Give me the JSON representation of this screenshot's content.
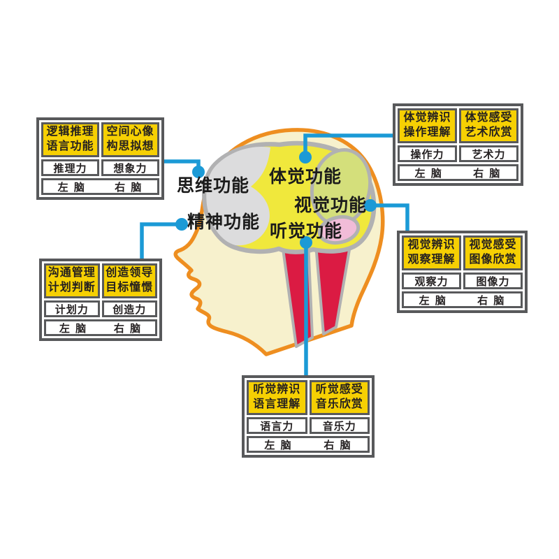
{
  "colors": {
    "connector_blue": "#1b9ad6",
    "head_outline": "#ee8e20",
    "head_fill": "#f7f1cd",
    "brain_outline": "#b1b1b2",
    "frontal_fill": "#dcdcdd",
    "parietal_fill": "#f0e83c",
    "occipital_fill": "#d4df7b",
    "auditory_fill": "#f1bcd8",
    "muscle_red": "#db1b43",
    "table_border": "#58595b",
    "header_yellow": "#f6d003"
  },
  "brain_labels": {
    "thinking": "思维功能",
    "somatic": "体觉功能",
    "visual": "视觉功能",
    "auditory": "听觉功能",
    "mental": "精神功能"
  },
  "tables": [
    {
      "name": "logic-language",
      "headers": [
        "逻辑推理\n语言功能",
        "空间心像\n构思拟想"
      ],
      "abilities": [
        "推理力",
        "想象力"
      ],
      "hemispheres": [
        "左 脑",
        "右 脑"
      ]
    },
    {
      "name": "somatic-sense",
      "headers": [
        "体觉辨识\n操作理解",
        "体觉感受\n艺术欣赏"
      ],
      "abilities": [
        "操作力",
        "艺术力"
      ],
      "hemispheres": [
        "左 脑",
        "右 脑"
      ]
    },
    {
      "name": "visual-sense",
      "headers": [
        "视觉辨识\n观察理解",
        "视觉感受\n图像欣赏"
      ],
      "abilities": [
        "观察力",
        "图像力"
      ],
      "hemispheres": [
        "左 脑",
        "右 脑"
      ]
    },
    {
      "name": "communication-management",
      "headers": [
        "沟通管理\n计划判断",
        "创造领导\n目标憧憬"
      ],
      "abilities": [
        "计划力",
        "创造力"
      ],
      "hemispheres": [
        "左 脑",
        "右 脑"
      ]
    },
    {
      "name": "auditory-sense",
      "headers": [
        "听觉辨识\n语言理解",
        "听觉感受\n音乐欣赏"
      ],
      "abilities": [
        "语言力",
        "音乐力"
      ],
      "hemispheres": [
        "左 脑",
        "右 脑"
      ]
    }
  ]
}
